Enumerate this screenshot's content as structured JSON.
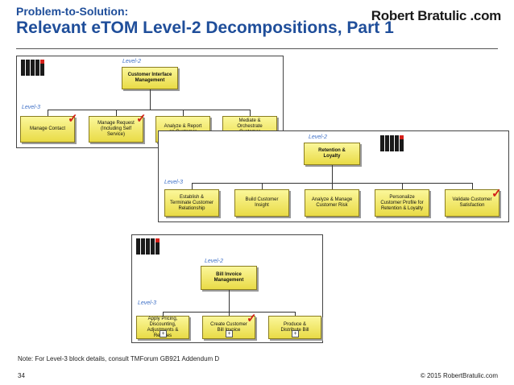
{
  "header": {
    "subtitle": "Problem-to-Solution:",
    "title": "Relevant eTOM Level-2 Decompositions, Part 1",
    "brand": "Robert Bratulic .com"
  },
  "diagrams": [
    {
      "level2_label": "Level-2",
      "level3_label": "Level-3",
      "level2_box": "Customer Interface\nManagement",
      "level3_boxes": [
        {
          "label": "Manage Contact",
          "checked": true
        },
        {
          "label": "Manage Request\n(Including Self\nService)",
          "checked": true
        },
        {
          "label": "Analyze & Report\non Customer",
          "checked": false
        },
        {
          "label": "Mediate &\nOrchestrate\nCustomer\nInteractions",
          "checked": false
        }
      ]
    },
    {
      "level2_label": "Level-2",
      "level3_label": "Level-3",
      "level2_box": "Retention &\nLoyalty",
      "level3_boxes": [
        {
          "label": "Establish &\nTerminate Customer\nRelationship",
          "checked": false
        },
        {
          "label": "Build Customer\nInsight",
          "checked": false
        },
        {
          "label": "Analyze & Manage\nCustomer Risk",
          "checked": false
        },
        {
          "label": "Personalize\nCustomer Profile for\nRetention & Loyalty",
          "checked": false
        },
        {
          "label": "Validate Customer\nSatisfaction",
          "checked": true
        }
      ]
    },
    {
      "level2_label": "Level-2",
      "level3_label": "Level-3",
      "level2_box": "Bill Invoice\nManagement",
      "level3_boxes": [
        {
          "label": "Apply Pricing,\nDiscounting,\nAdjustments &\nRebates",
          "checked": false,
          "plus": true
        },
        {
          "label": "Create Customer\nBill Invoice",
          "checked": true,
          "plus": true
        },
        {
          "label": "Produce &\nDistribute Bill",
          "checked": false,
          "plus": true
        }
      ]
    }
  ],
  "footer": {
    "note": "Note: For Level-3 block details, consult TMForum GB921 Addendum D",
    "page_number": "34",
    "copyright": "© 2015 RobertBratulic.com"
  }
}
